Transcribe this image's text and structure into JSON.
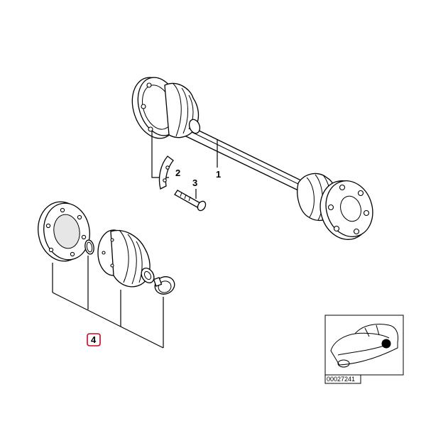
{
  "callouts": {
    "item_1": "1",
    "item_2": "2",
    "item_3": "3",
    "item_4": "4"
  },
  "highlight_color": "#d0021b",
  "reference_box": {
    "code": "00027241"
  }
}
